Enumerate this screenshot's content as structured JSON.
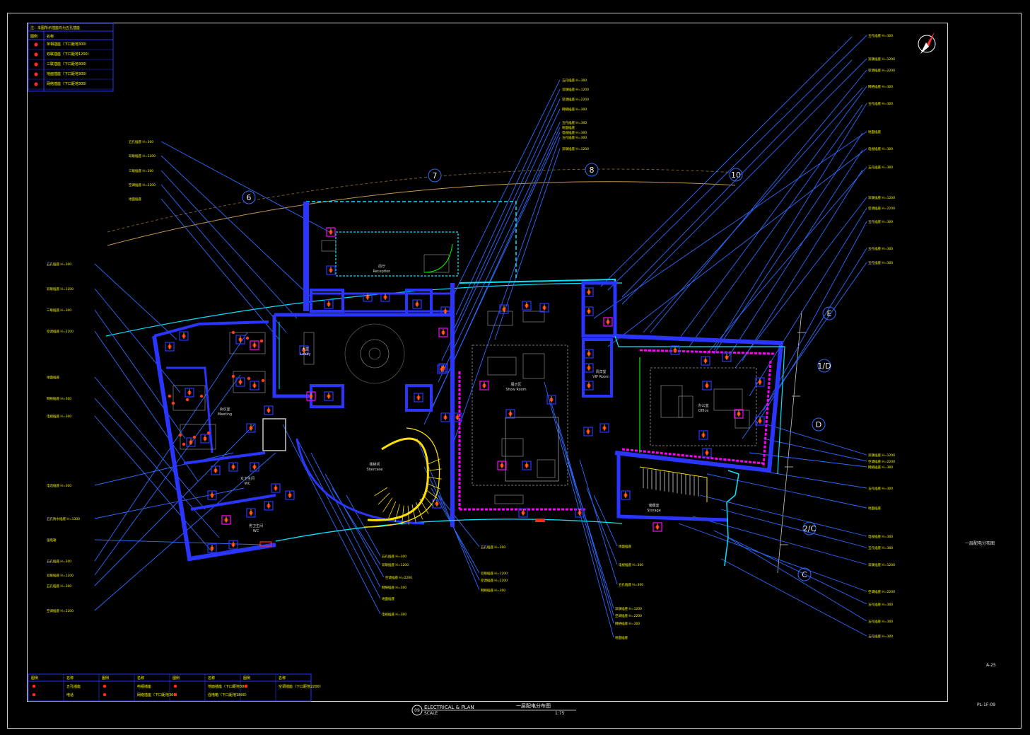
{
  "drawing": {
    "title_en": "ELECTRICAL & PLAN",
    "title_zh": "一层配电分布图",
    "view_number": "09",
    "scale": "1:75",
    "scale_prefix": "SCALE",
    "sheet_number": "PL-1F-09",
    "right_note": "一层配电分布图",
    "small_mark": "A-25"
  },
  "grid_labels": [
    "6",
    "7",
    "8",
    "10",
    "E",
    "1/D",
    "D",
    "2/C",
    "C"
  ],
  "rooms": [
    {
      "key": "reception",
      "zh": "前厅",
      "en": "Reception"
    },
    {
      "key": "lobby",
      "zh": "大堂",
      "en": "Lobby"
    },
    {
      "key": "showroom",
      "zh": "展示区",
      "en": "Show Room"
    },
    {
      "key": "office",
      "zh": "办公室",
      "en": "Office"
    },
    {
      "key": "meeting",
      "zh": "会议室",
      "en": "Meeting"
    },
    {
      "key": "staircase",
      "zh": "楼梯间",
      "en": "Staircase"
    },
    {
      "key": "vip",
      "zh": "贵宾室",
      "en": "VIP Room"
    },
    {
      "key": "storage",
      "zh": "储藏室",
      "en": "Storage"
    },
    {
      "key": "toilet_f",
      "zh": "女卫生间",
      "en": "WC"
    },
    {
      "key": "toilet_m",
      "zh": "男卫生间",
      "en": "WC"
    }
  ],
  "legend_top": {
    "header": "图例",
    "header_desc": "名称",
    "title": "注：本图所示插座均为五孔插座",
    "rows": [
      {
        "symbol": "socket-icon",
        "label": "单相插座（下口距地300）"
      },
      {
        "symbol": "socket-icon",
        "label": "双联插座（下口距地1200）"
      },
      {
        "symbol": "socket-icon",
        "label": "三联插座（下口距地300）"
      },
      {
        "symbol": "socket-icon",
        "label": "地面插座（下口距地300）"
      },
      {
        "symbol": "socket-icon",
        "label": "网络插座（下口距地300）"
      }
    ]
  },
  "legend_bottom": {
    "headers": [
      "图例",
      "名称",
      "图例",
      "名称",
      "图例",
      "名称",
      "图例",
      "名称"
    ],
    "items": [
      {
        "label": "五孔插座"
      },
      {
        "label": "电视插座"
      },
      {
        "label": "地面插座（下口距地300）"
      },
      {
        "label": "空调插座（下口距地2200）"
      },
      {
        "label": "电话"
      },
      {
        "label": "网络插座（下口距地300）"
      },
      {
        "label": "强电箱（下口距地1800）"
      }
    ]
  },
  "callouts_left": [
    "五孔插座 H=300",
    "双联插座 H=1200",
    "三联插座 H=300",
    "空调插座 H=2200",
    "地面插座",
    "网络插座 H=300",
    "电视插座 H=300",
    "电话插座 H=300",
    "五孔防水插座 H=1300",
    "强电箱",
    "五孔插座 H=300",
    "双联插座 H=1200",
    "五孔插座 H=300",
    "空调插座 H=2200"
  ],
  "callouts_right": [
    "五孔插座 H=300",
    "双联插座 H=1200",
    "空调插座 H=2200",
    "网络插座 H=300",
    "五孔插座 H=300",
    "地面插座",
    "电视插座 H=300",
    "五孔插座 H=300",
    "双联插座 H=1200",
    "空调插座 H=2200",
    "五孔插座 H=300",
    "五孔插座 H=300"
  ],
  "callouts_bottom": [
    "五孔插座 H=300",
    "双联插座 H=1200",
    "空调插座 H=2200",
    "网络插座 H=300",
    "地面插座",
    "电视插座 H=300"
  ],
  "colors": {
    "background": "#000000",
    "wall_blue": "#2a35ff",
    "wall_cyan": "#00e5ff",
    "leader_blue": "#2d6bff",
    "label_yellow": "#ffff00",
    "fixture_red": "#ff2a1a",
    "fixture_magenta": "#ff00ff",
    "grid_brown": "#c8964a",
    "stair_yellow": "#ffe000",
    "green_wall": "#00c000"
  }
}
